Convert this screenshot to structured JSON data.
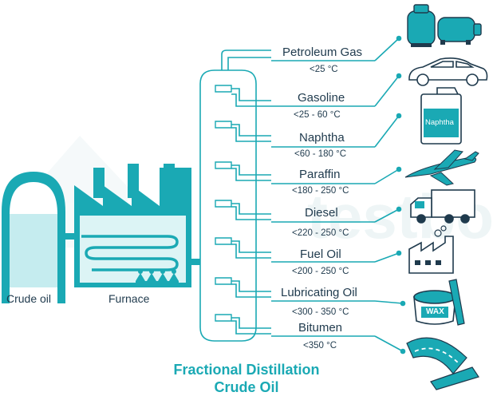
{
  "title_line1": "Fractional Distillation",
  "title_line2": "Crude Oil",
  "labels": {
    "crude_oil": "Crude oil",
    "furnace": "Furnace",
    "naphtha_can": "Naphtha",
    "wax": "WAX"
  },
  "watermark": "testbook",
  "fractions": [
    {
      "name": "Petroleum Gas",
      "temp": "<25 °C",
      "icon": "gas-cylinder-icon"
    },
    {
      "name": "Gasoline",
      "temp": "<25 - 60 °C",
      "icon": "car-icon"
    },
    {
      "name": "Naphtha",
      "temp": "<60 - 180 °C",
      "icon": "naphtha-can-icon"
    },
    {
      "name": "Paraffin",
      "temp": "<180 - 250 °C",
      "icon": "airplane-icon"
    },
    {
      "name": "Diesel",
      "temp": "<220 - 250 °C",
      "icon": "truck-icon"
    },
    {
      "name": "Fuel Oil",
      "temp": "<200 - 250 °C",
      "icon": "factory-icon"
    },
    {
      "name": "Lubricating Oil",
      "temp": "<300 - 350 °C",
      "icon": "wax-tub-icon"
    },
    {
      "name": "Bitumen",
      "temp": "<350 °C",
      "icon": "road-icon"
    }
  ],
  "colors": {
    "teal": "#1aa9b4",
    "teal_dark": "#0e8e99",
    "light_teal": "#c5ecef",
    "text": "#1f3a4d",
    "watermark": "#eef5f6"
  }
}
